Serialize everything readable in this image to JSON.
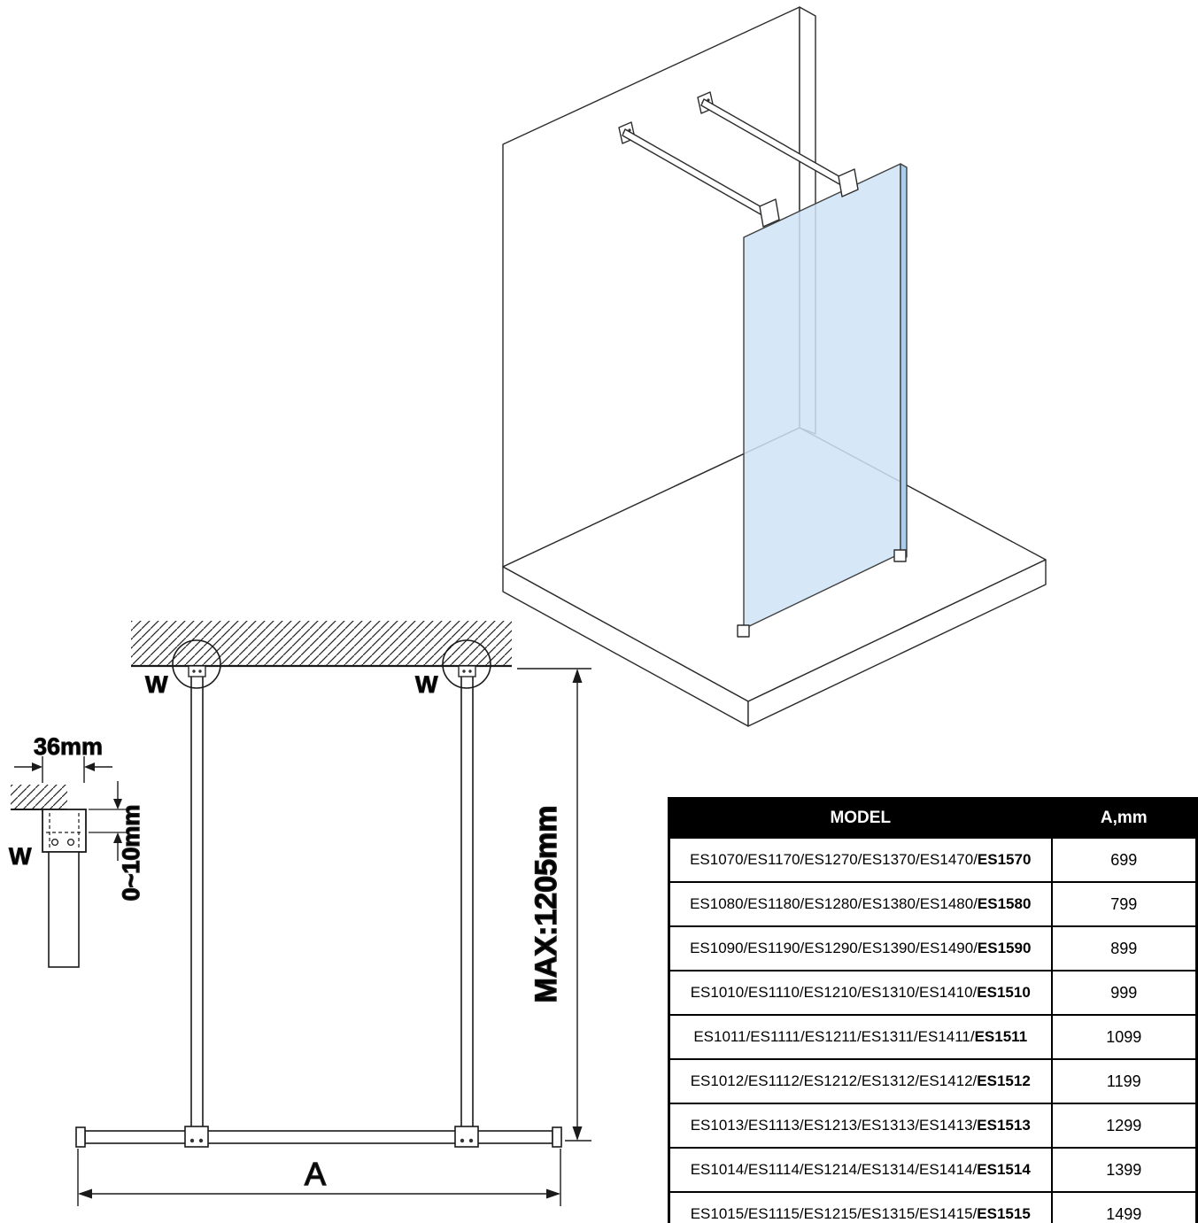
{
  "diagram": {
    "labels": {
      "w": "W",
      "dim_36mm": "36mm",
      "dim_0_10mm": "0~10mm",
      "dim_max": "MAX:1205mm",
      "dim_a": "A"
    },
    "colors": {
      "glass": "#cfe3f6",
      "glass_edge": "#a9cdea",
      "line": "#1a1a1a",
      "table_header_bg": "#000000",
      "table_header_text": "#ffffff"
    }
  },
  "table": {
    "headers": {
      "model": "MODEL",
      "a_mm": "A,mm"
    },
    "rows": [
      {
        "models": "ES1070/ES1170/ES1270/ES1370/ES1470/",
        "last": "ES1570",
        "a_mm": "699"
      },
      {
        "models": "ES1080/ES1180/ES1280/ES1380/ES1480/",
        "last": "ES1580",
        "a_mm": "799"
      },
      {
        "models": "ES1090/ES1190/ES1290/ES1390/ES1490/",
        "last": "ES1590",
        "a_mm": "899"
      },
      {
        "models": "ES1010/ES1110/ES1210/ES1310/ES1410/",
        "last": "ES1510",
        "a_mm": "999"
      },
      {
        "models": "ES1011/ES1111/ES1211/ES1311/ES1411/",
        "last": "ES1511",
        "a_mm": "1099"
      },
      {
        "models": "ES1012/ES1112/ES1212/ES1312/ES1412/",
        "last": "ES1512",
        "a_mm": "1199"
      },
      {
        "models": "ES1013/ES1113/ES1213/ES1313/ES1413/",
        "last": "ES1513",
        "a_mm": "1299"
      },
      {
        "models": "ES1014/ES1114/ES1214/ES1314/ES1414/",
        "last": "ES1514",
        "a_mm": "1399"
      },
      {
        "models": "ES1015/ES1115/ES1215/ES1315/ES1415/",
        "last": "ES1515",
        "a_mm": "1499"
      }
    ]
  }
}
